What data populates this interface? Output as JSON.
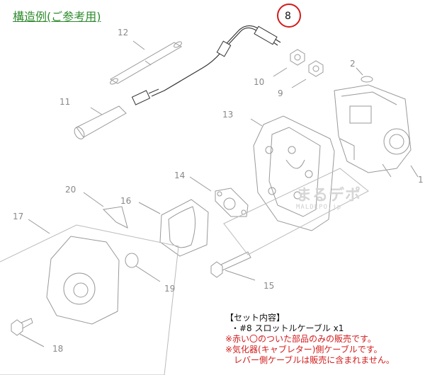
{
  "title": "構造例(ご参考用)",
  "callouts": {
    "p1": "1",
    "p2": "2",
    "p8": "8",
    "p9": "9",
    "p10": "10",
    "p11": "11",
    "p12": "12",
    "p13": "13",
    "p14": "14",
    "p15": "15",
    "p16": "16",
    "p17": "17",
    "p18": "18",
    "p19": "19",
    "p20": "20"
  },
  "watermark": {
    "main": "まるデポ",
    "sub": "MALDEPO.jp"
  },
  "info": {
    "heading": "【セット内容】",
    "item": "・#8 スロットルケーブル x1",
    "note1": "※赤い〇のついた部品のみの販売です。",
    "note2": "※気化器(キャブレター)側ケーブルです。",
    "note3": "レバー側ケーブルは販売に含まれません。"
  },
  "colors": {
    "title": "#2e8b2e",
    "highlight": "#d21b1b",
    "note": "#d21b1b",
    "line": "#999999"
  }
}
